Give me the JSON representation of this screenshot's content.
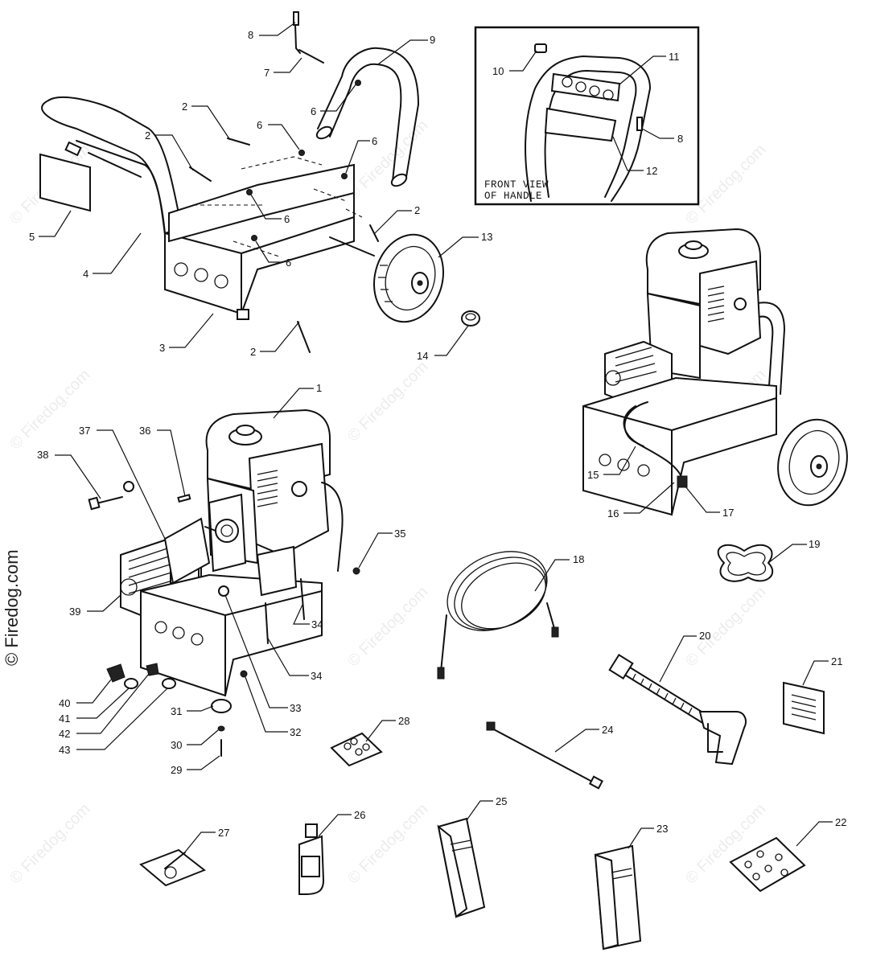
{
  "inset": {
    "caption_line1": "FRONT VIEW",
    "caption_line2": "OF HANDLE"
  },
  "watermark": "© Firedog.com",
  "callouts": {
    "c1": "1",
    "c2a": "2",
    "c2b": "2",
    "c2c": "2",
    "c2d": "2",
    "c3": "3",
    "c4": "4",
    "c5": "5",
    "c6a": "6",
    "c6b": "6",
    "c6c": "6",
    "c6d": "6",
    "c6e": "6",
    "c7": "7",
    "c8a": "8",
    "c8b": "8",
    "c9": "9",
    "c10": "10",
    "c11": "11",
    "c12": "12",
    "c13": "13",
    "c14": "14",
    "c15": "15",
    "c16": "16",
    "c17": "17",
    "c18": "18",
    "c19": "19",
    "c20": "20",
    "c21": "21",
    "c22": "22",
    "c23": "23",
    "c24": "24",
    "c25": "25",
    "c26": "26",
    "c27": "27",
    "c28": "28",
    "c29": "29",
    "c30": "30",
    "c31": "31",
    "c32": "32",
    "c33": "33",
    "c34a": "34",
    "c34b": "34",
    "c35": "35",
    "c36": "36",
    "c37": "37",
    "c38": "38",
    "c39": "39",
    "c40": "40",
    "c41": "41",
    "c42": "42",
    "c43": "43"
  }
}
